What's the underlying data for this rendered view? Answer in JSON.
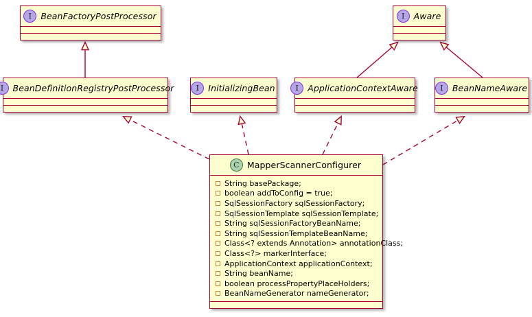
{
  "diagram": {
    "type": "uml-class-diagram",
    "background": "#ffffff",
    "accent_border": "#A80036",
    "node_fill": "#FEFECE",
    "interface_icon_fill": "#B4A7E5",
    "class_icon_fill": "#ADD1B2",
    "attribute_marker_color": "#C8823C"
  },
  "nodes": {
    "bean_factory_post_processor": {
      "stereotype_glyph": "I",
      "kind": "interface",
      "name": "BeanFactoryPostProcessor"
    },
    "aware": {
      "stereotype_glyph": "I",
      "kind": "interface",
      "name": "Aware"
    },
    "bean_definition_registry_post_processor": {
      "stereotype_glyph": "I",
      "kind": "interface",
      "name": "BeanDefinitionRegistryPostProcessor"
    },
    "initializing_bean": {
      "stereotype_glyph": "I",
      "kind": "interface",
      "name": "InitializingBean"
    },
    "application_context_aware": {
      "stereotype_glyph": "I",
      "kind": "interface",
      "name": "ApplicationContextAware"
    },
    "bean_name_aware": {
      "stereotype_glyph": "I",
      "kind": "interface",
      "name": "BeanNameAware"
    },
    "mapper_scanner_configurer": {
      "stereotype_glyph": "C",
      "kind": "class",
      "name": "MapperScannerConfigurer",
      "attributes": [
        "String basePackage;",
        "boolean addToConfig = true;",
        "SqlSessionFactory sqlSessionFactory;",
        "SqlSessionTemplate sqlSessionTemplate;",
        "String sqlSessionFactoryBeanName;",
        "String sqlSessionTemplateBeanName;",
        "Class<? extends Annotation> annotationClass;",
        "Class<?> markerInterface;",
        "ApplicationContext applicationContext;",
        "String beanName;",
        "boolean processPropertyPlaceHolders;",
        "BeanNameGenerator nameGenerator;"
      ]
    }
  },
  "relationships": [
    {
      "from": "bean_definition_registry_post_processor",
      "to": "bean_factory_post_processor",
      "kind": "extends",
      "style": "solid"
    },
    {
      "from": "application_context_aware",
      "to": "aware",
      "kind": "extends",
      "style": "solid"
    },
    {
      "from": "bean_name_aware",
      "to": "aware",
      "kind": "extends",
      "style": "solid"
    },
    {
      "from": "mapper_scanner_configurer",
      "to": "bean_definition_registry_post_processor",
      "kind": "implements",
      "style": "dashed"
    },
    {
      "from": "mapper_scanner_configurer",
      "to": "initializing_bean",
      "kind": "implements",
      "style": "dashed"
    },
    {
      "from": "mapper_scanner_configurer",
      "to": "application_context_aware",
      "kind": "implements",
      "style": "dashed"
    },
    {
      "from": "mapper_scanner_configurer",
      "to": "bean_name_aware",
      "kind": "implements",
      "style": "dashed"
    }
  ]
}
